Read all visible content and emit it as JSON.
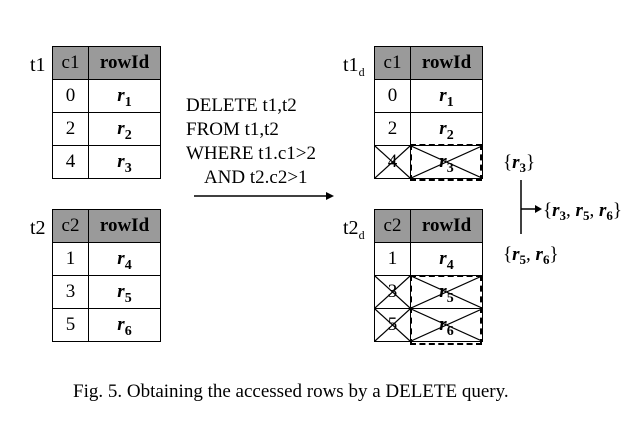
{
  "left_tables": [
    {
      "name": "t1",
      "subscript": "",
      "headers": [
        "c1",
        "rowId"
      ],
      "rows": [
        {
          "val": "0",
          "r": "r",
          "n": "1",
          "deleted": false
        },
        {
          "val": "2",
          "r": "r",
          "n": "2",
          "deleted": false
        },
        {
          "val": "4",
          "r": "r",
          "n": "3",
          "deleted": false
        }
      ]
    },
    {
      "name": "t2",
      "subscript": "",
      "headers": [
        "c2",
        "rowId"
      ],
      "rows": [
        {
          "val": "1",
          "r": "r",
          "n": "4",
          "deleted": false
        },
        {
          "val": "3",
          "r": "r",
          "n": "5",
          "deleted": false
        },
        {
          "val": "5",
          "r": "r",
          "n": "6",
          "deleted": false
        }
      ]
    }
  ],
  "right_tables": [
    {
      "name": "t1",
      "subscript": "d",
      "headers": [
        "c1",
        "rowId"
      ],
      "rows": [
        {
          "val": "0",
          "r": "r",
          "n": "1",
          "deleted": false
        },
        {
          "val": "2",
          "r": "r",
          "n": "2",
          "deleted": false
        },
        {
          "val": "4",
          "r": "r",
          "n": "3",
          "deleted": true
        }
      ]
    },
    {
      "name": "t2",
      "subscript": "d",
      "headers": [
        "c2",
        "rowId"
      ],
      "rows": [
        {
          "val": "1",
          "r": "r",
          "n": "4",
          "deleted": false
        },
        {
          "val": "3",
          "r": "r",
          "n": "5",
          "deleted": true
        },
        {
          "val": "5",
          "r": "r",
          "n": "6",
          "deleted": true
        }
      ]
    }
  ],
  "sql": {
    "line1": "DELETE t1,t2",
    "line2": "FROM t1,t2",
    "line3": "WHERE t1.c1>2",
    "line4": "    AND t2.c2>1"
  },
  "sets": {
    "t1": {
      "open": "{",
      "items": [
        {
          "r": "r",
          "n": "3"
        }
      ],
      "close": "}"
    },
    "t2": {
      "open": "{",
      "items": [
        {
          "r": "r",
          "n": "5"
        },
        {
          "r": "r",
          "n": "6"
        }
      ],
      "close": "}"
    },
    "union": {
      "open": "{",
      "items": [
        {
          "r": "r",
          "n": "3"
        },
        {
          "r": "r",
          "n": "5"
        },
        {
          "r": "r",
          "n": "6"
        }
      ],
      "close": "}"
    }
  },
  "caption": "Fig. 5.  Obtaining the accessed rows by a DELETE query."
}
